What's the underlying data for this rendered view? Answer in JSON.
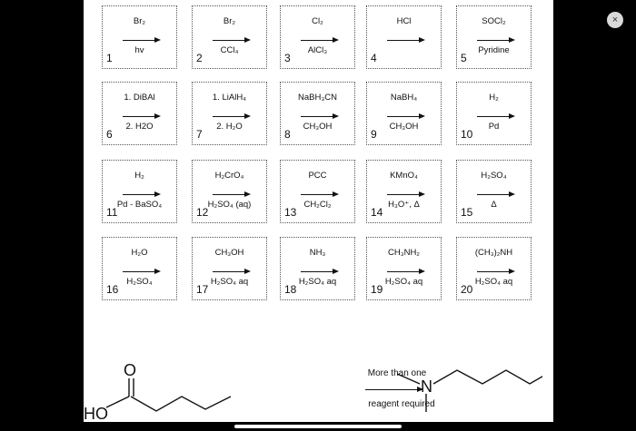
{
  "close_button": {
    "label": "×"
  },
  "reagents": [
    {
      "num": "1",
      "top": "Br₂",
      "bot": "hv"
    },
    {
      "num": "2",
      "top": "Br₂",
      "bot": "CCl₄"
    },
    {
      "num": "3",
      "top": "Cl₂",
      "bot": "AlCl₃"
    },
    {
      "num": "4",
      "top": "HCl",
      "bot": ""
    },
    {
      "num": "5",
      "top": "SOCl₂",
      "bot": "Pyridine"
    },
    {
      "num": "6",
      "top": "1. DiBAl",
      "bot": "2. H2O"
    },
    {
      "num": "7",
      "top": "1. LiAlH₄",
      "bot": "2. H₂O"
    },
    {
      "num": "8",
      "top": "NaBH₃CN",
      "bot": "CH₃OH"
    },
    {
      "num": "9",
      "top": "NaBH₄",
      "bot": "CH₃OH"
    },
    {
      "num": "10",
      "top": "H₂",
      "bot": "Pd"
    },
    {
      "num": "11",
      "top": "H₂",
      "bot": "Pd - BaSO₄"
    },
    {
      "num": "12",
      "top": "H₂CrO₄",
      "bot": "H₂SO₄ (aq)"
    },
    {
      "num": "13",
      "top": "PCC",
      "bot": "CH₂Cl₂"
    },
    {
      "num": "14",
      "top": "KMnO₄",
      "bot": "H₃O⁺, Δ"
    },
    {
      "num": "15",
      "top": "H₂SO₄",
      "bot": "Δ"
    },
    {
      "num": "16",
      "top": "H₂O",
      "bot": "H₂SO₄"
    },
    {
      "num": "17",
      "top": "CH₃OH",
      "bot": "H₂SO₄ aq"
    },
    {
      "num": "18",
      "top": "NH₃",
      "bot": "H₂SO₄ aq"
    },
    {
      "num": "19",
      "top": "CH₃NH₂",
      "bot": "H₂SO₄ aq"
    },
    {
      "num": "20",
      "top": "(CH₃)₂NH",
      "bot": "H₂SO₄ aq"
    }
  ],
  "question": {
    "reactant_label": "HO",
    "reactant_oxygen": "O",
    "arrow_top": "More than one",
    "arrow_bottom": "reagent required",
    "product_label": "N"
  }
}
